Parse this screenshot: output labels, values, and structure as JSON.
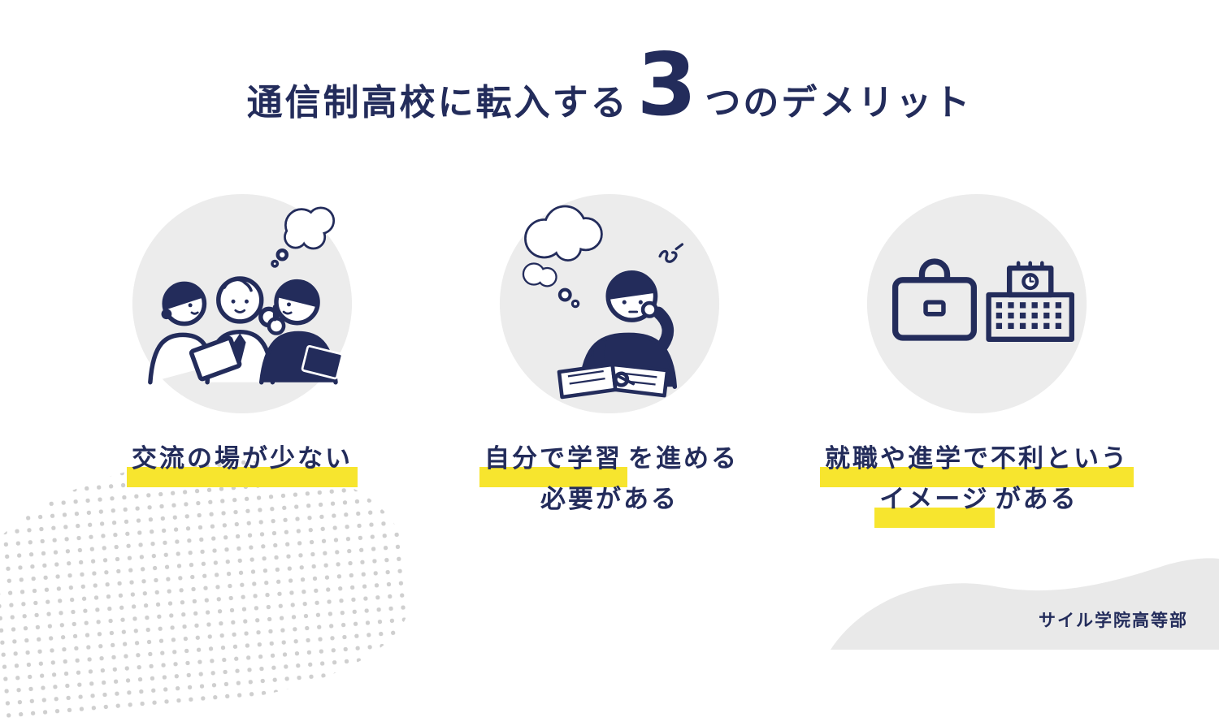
{
  "palette": {
    "navy": "#232c5b",
    "yellow": "#f7e52e",
    "circle_gray": "#ececec",
    "blob_gray": "#e9e9e9",
    "dot_gray": "#cfcfcf",
    "background": "#ffffff"
  },
  "title": {
    "prefix": "通信制高校に転入する",
    "number": "3",
    "suffix": "つのデメリット"
  },
  "items": [
    {
      "id": "few-interaction-opportunities",
      "illustration": "three-students-talking-illustration",
      "lines": [
        {
          "segs": [
            {
              "text": "交流の場が少ない",
              "highlight": true
            }
          ]
        }
      ]
    },
    {
      "id": "self-paced-study-required",
      "illustration": "student-thinking-while-writing-illustration",
      "lines": [
        {
          "segs": [
            {
              "text": "自分で学習",
              "highlight": true
            },
            {
              "text": "を進める",
              "highlight": false
            }
          ]
        },
        {
          "segs": [
            {
              "text": "必要がある",
              "highlight": false
            }
          ]
        }
      ]
    },
    {
      "id": "negative-image-for-jobs-and-university",
      "illustration": "briefcase-and-school-building-illustration",
      "lines": [
        {
          "segs": [
            {
              "text": "就職や進学で不利という",
              "highlight": true
            }
          ]
        },
        {
          "segs": [
            {
              "text": "イメージ",
              "highlight": true
            },
            {
              "text": "がある",
              "highlight": false
            }
          ]
        }
      ]
    }
  ],
  "footer": {
    "brand": "サイル学院高等部"
  }
}
